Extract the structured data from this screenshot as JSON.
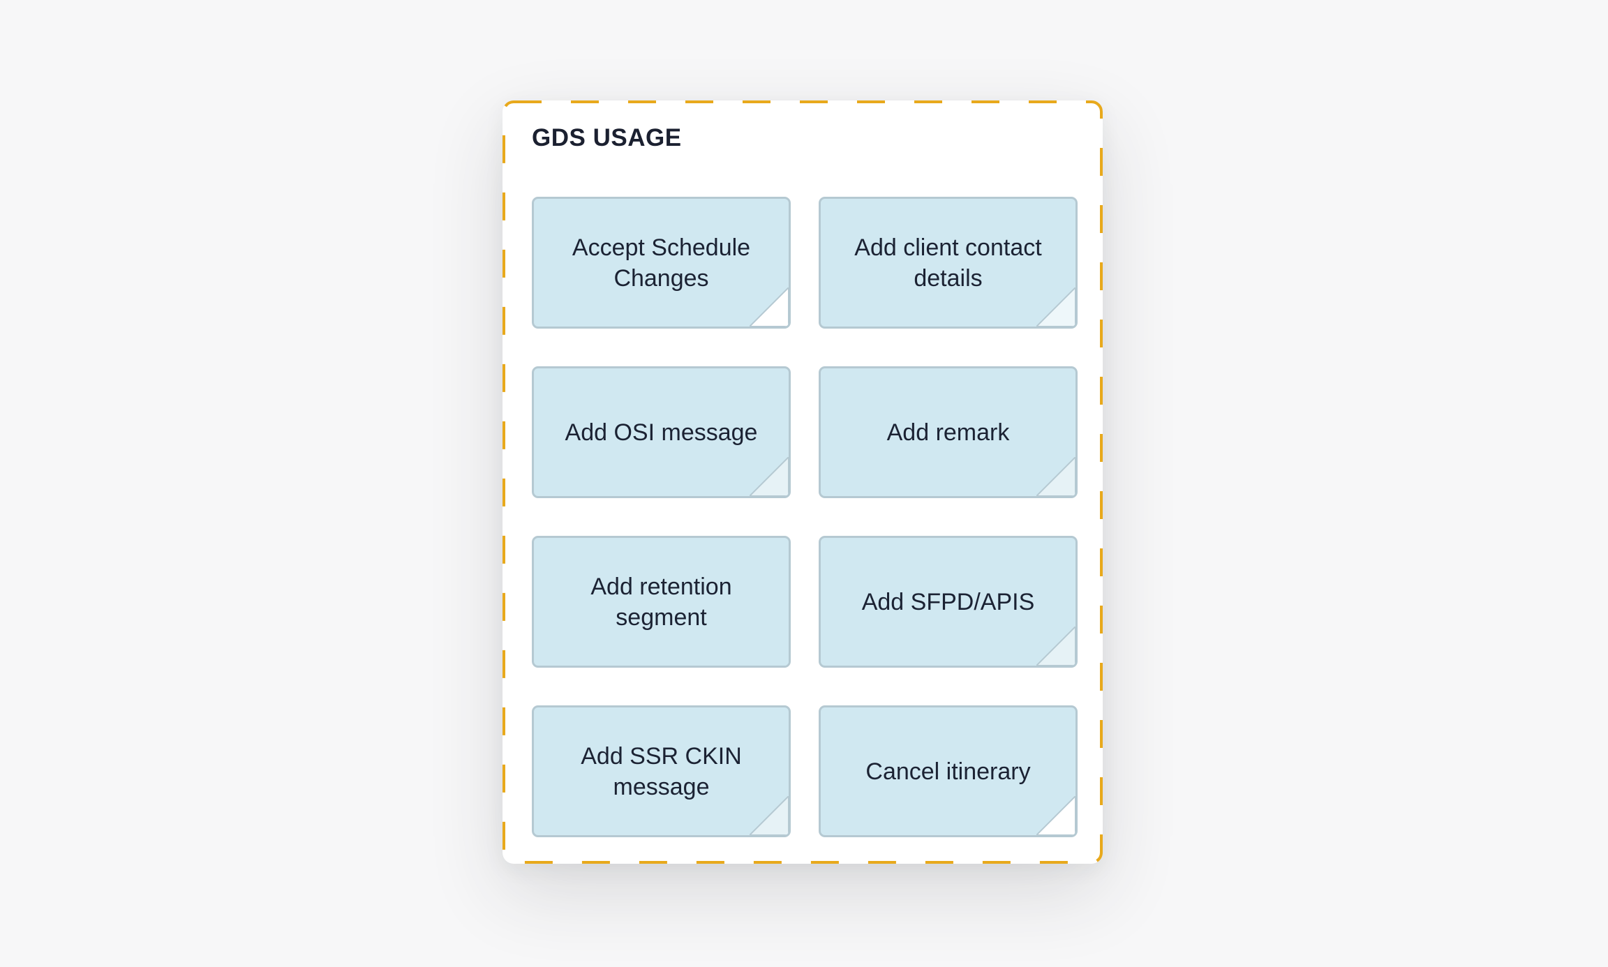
{
  "panel": {
    "title": "GDS USAGE",
    "border_color": "#e8a91c",
    "card_color": "#d0e8f1",
    "card_border_color": "#b5c9d2"
  },
  "cards": [
    {
      "label": "Accept Schedule Changes",
      "fold_color": "#ffffff"
    },
    {
      "label": "Add client contact details",
      "fold_color": "#eef7fa"
    },
    {
      "label": "Add OSI message",
      "fold_color": "#e6f2f6"
    },
    {
      "label": "Add remark",
      "fold_color": "#e6f2f6"
    },
    {
      "label": "Add retention segment",
      "fold_color": "#d0e8f1"
    },
    {
      "label": "Add SFPD/APIS",
      "fold_color": "#e6f2f6"
    },
    {
      "label": "Add SSR CKIN message",
      "fold_color": "#e6f2f6"
    },
    {
      "label": "Cancel itinerary",
      "fold_color": "#ffffff"
    }
  ]
}
